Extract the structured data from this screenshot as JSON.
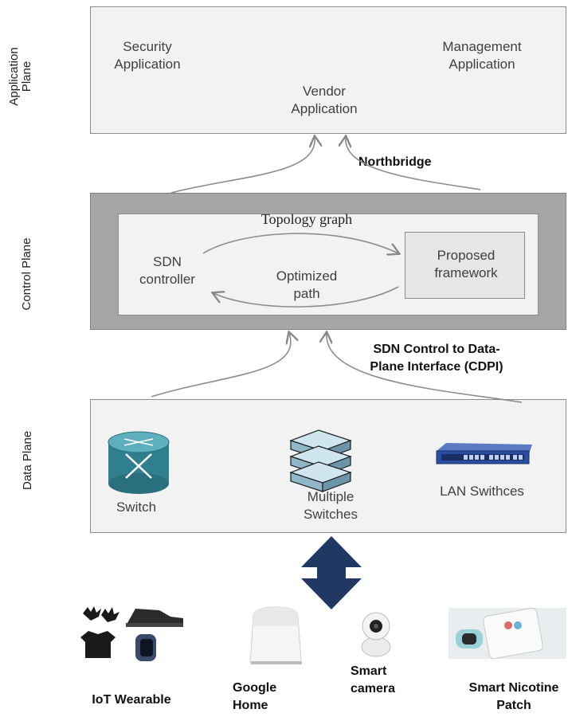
{
  "planes": {
    "application": {
      "label": "Application Plane"
    },
    "control": {
      "label": "Control Plane"
    },
    "data": {
      "label": "Data Plane"
    }
  },
  "application": {
    "security": "Security Application",
    "management": "Management Application",
    "vendor": "Vendor Application"
  },
  "interfaces": {
    "northbridge": "Northbridge",
    "cdpi": "SDN Control to Data-Plane Interface (CDPI)"
  },
  "control": {
    "topology": "Topology graph",
    "sdn_controller": "SDN controller",
    "optimized_path": "Optimized path",
    "proposed": "Proposed framework"
  },
  "data_plane": {
    "switch": "Switch",
    "multiple": "Multiple Switches",
    "lan": "LAN Swithces"
  },
  "devices": {
    "iot": "IoT Wearable",
    "google": "Google Home",
    "camera": "Smart camera",
    "nicotine": "Smart Nicotine Patch"
  },
  "colors": {
    "control_frame": "#a6a6a6",
    "arrow_navy": "#1f3864",
    "switch_teal": "#2f7f8f",
    "lan_blue": "#2a4fa0"
  }
}
